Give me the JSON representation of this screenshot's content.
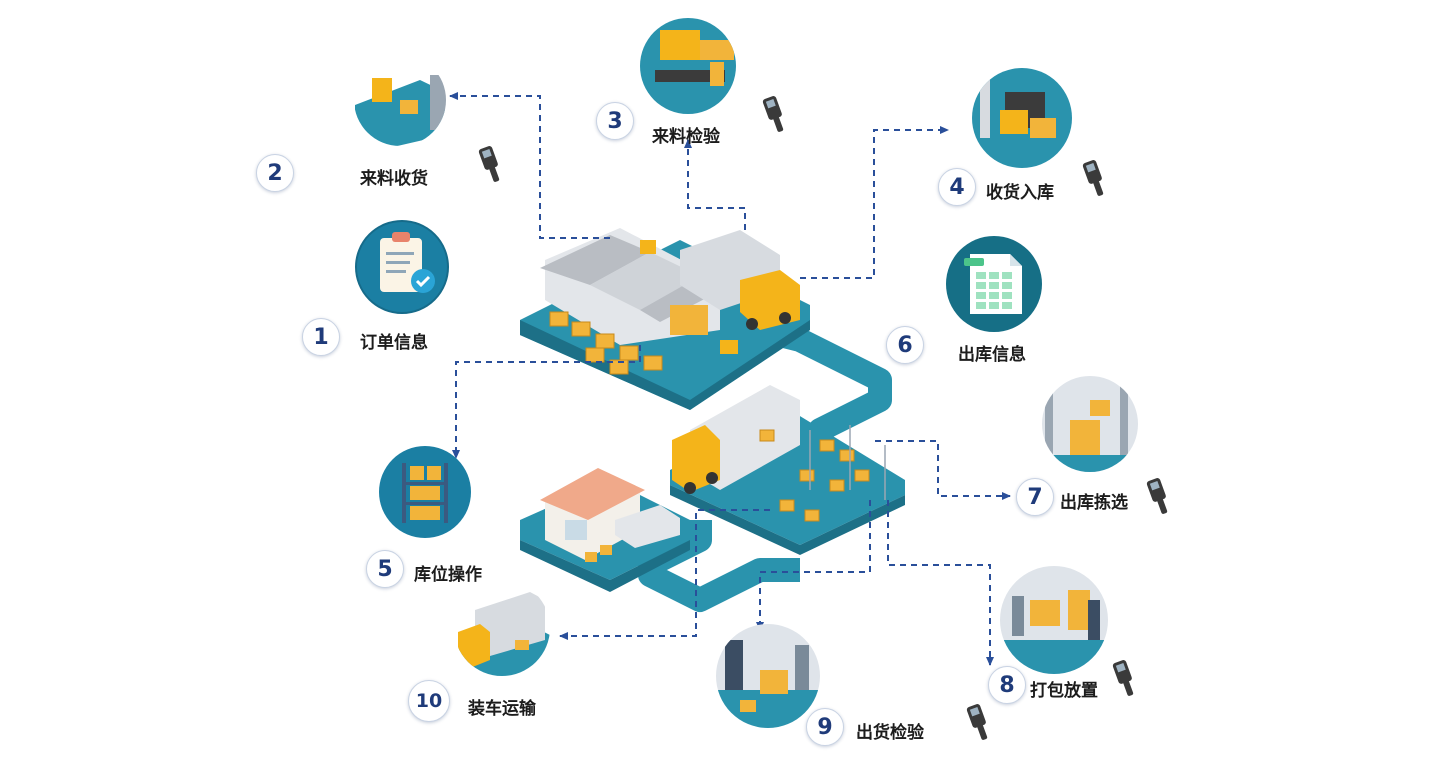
{
  "steps": [
    {
      "num": "1",
      "label": "订单信息"
    },
    {
      "num": "2",
      "label": "来料收货"
    },
    {
      "num": "3",
      "label": "来料检验"
    },
    {
      "num": "4",
      "label": "收货入库"
    },
    {
      "num": "5",
      "label": "库位操作"
    },
    {
      "num": "6",
      "label": "出库信息"
    },
    {
      "num": "7",
      "label": "出库拣选"
    },
    {
      "num": "8",
      "label": "打包放置"
    },
    {
      "num": "9",
      "label": "出货检验"
    },
    {
      "num": "10",
      "label": "装车运输"
    }
  ],
  "colors": {
    "arrow": "#2a4f9a",
    "number_text": "#1f3b7a",
    "road": "#2a93ad",
    "platform": "#2a93ad",
    "box": "#f2b43a",
    "truck_yellow": "#f4b41a",
    "warehouse_roof": "#b9bdc3",
    "icon_circle": "#1b7fa3"
  },
  "icons": {
    "order_info": "clipboard-check-icon",
    "stock_location": "shelf-boxes-icon",
    "outbound_info": "spreadsheet-icon",
    "handheld": "barcode-scanner-icon"
  }
}
